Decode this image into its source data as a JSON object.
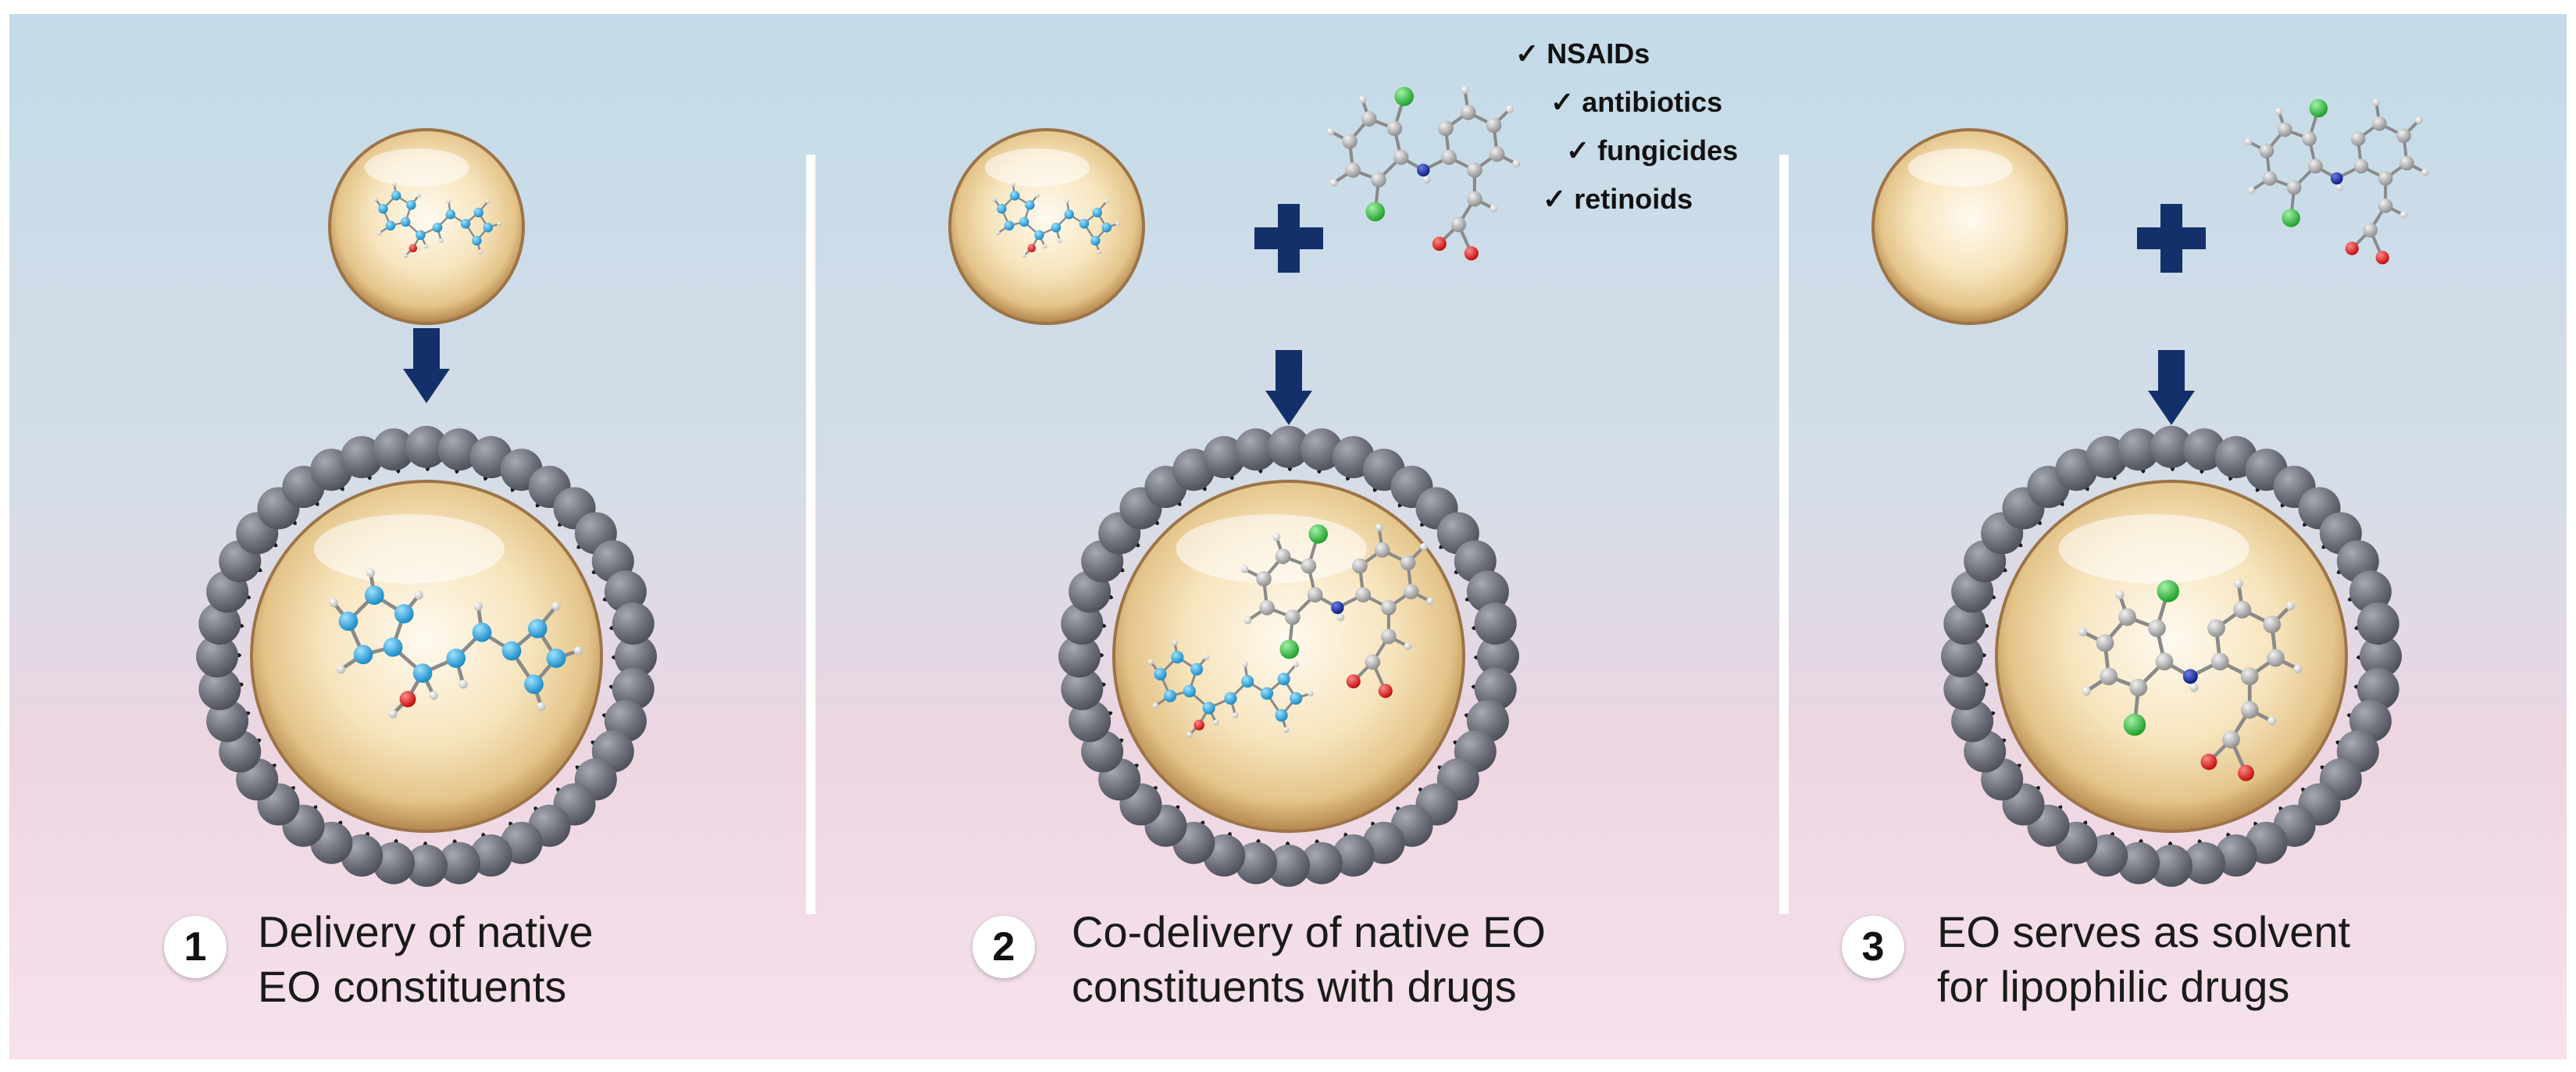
{
  "panels": [
    {
      "number": "1",
      "caption_line1": "Delivery of native",
      "caption_line2": "EO constituents"
    },
    {
      "number": "2",
      "caption_line1": "Co-delivery of native EO",
      "caption_line2": "constituents with drugs",
      "drug_classes": [
        "NSAIDs",
        "antibiotics",
        "fungicides",
        "retinoids"
      ]
    },
    {
      "number": "3",
      "caption_line1": "EO serves as solvent",
      "caption_line2": "for lipophilic drugs"
    }
  ],
  "check_mark": "✓",
  "colors": {
    "arrow": "#14306a",
    "lipid_head": "#6d6f7a",
    "eo_atom": "#2aa6dc",
    "oxygen": "#e01818",
    "nitrogen": "#14289e",
    "chlorine": "#2ec23c",
    "carbon": "#b4b4b4",
    "hydrogen": "#dcdcdc",
    "droplet": "#f3dcae",
    "divider": "#ffffff"
  }
}
